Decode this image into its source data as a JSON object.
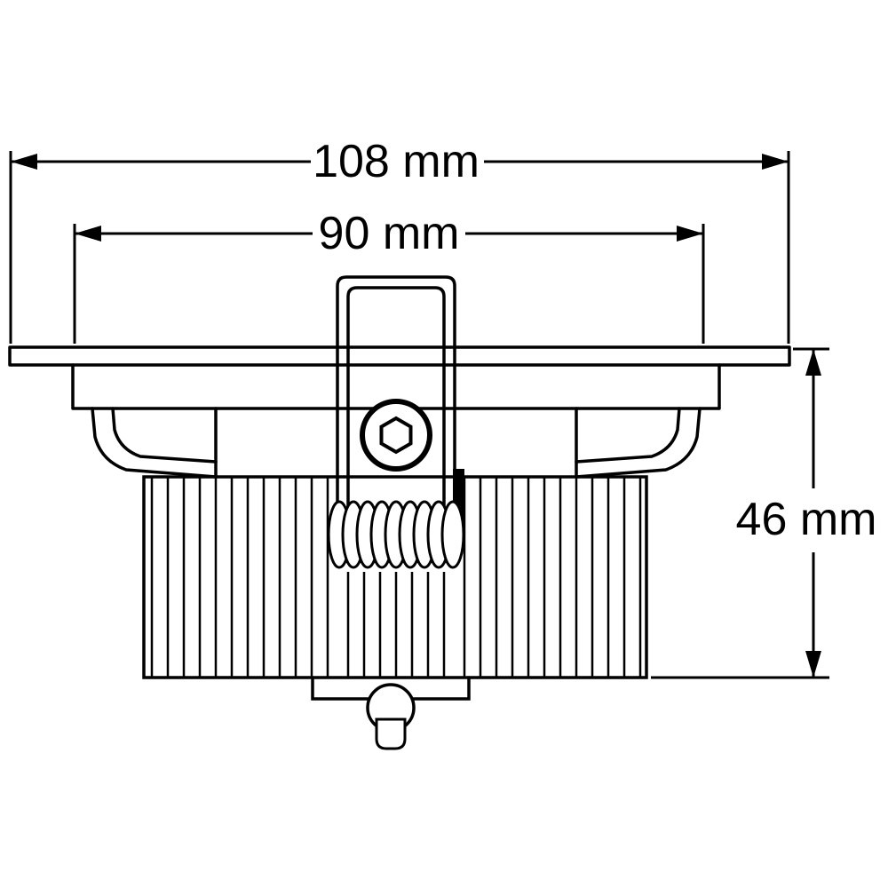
{
  "drawing": {
    "background_color": "#ffffff",
    "line_color": "#000000",
    "dimensions": {
      "overall_width": {
        "label": "108 mm",
        "value": 108,
        "unit": "mm",
        "orientation": "horizontal"
      },
      "inner_width": {
        "label": "90 mm",
        "value": 90,
        "unit": "mm",
        "orientation": "horizontal"
      },
      "height": {
        "label": "46 mm",
        "value": 46,
        "unit": "mm",
        "orientation": "vertical"
      }
    }
  }
}
